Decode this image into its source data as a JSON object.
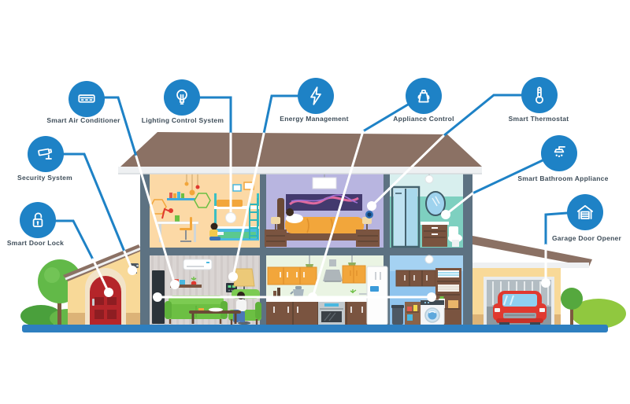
{
  "diagram": {
    "features": [
      {
        "label": "Smart Air Conditioner",
        "icon": "air-conditioner-icon"
      },
      {
        "label": "Lighting Control System",
        "icon": "light-bulb-icon"
      },
      {
        "label": "Energy Management",
        "icon": "lightning-bolt-icon"
      },
      {
        "label": "Appliance Control",
        "icon": "kettle-icon"
      },
      {
        "label": "Smart Thermostat",
        "icon": "thermometer-icon"
      },
      {
        "label": "Security System",
        "icon": "cctv-camera-icon"
      },
      {
        "label": "Smart Bathroom Appliance",
        "icon": "shower-head-icon"
      },
      {
        "label": "Smart Door Lock",
        "icon": "padlock-icon"
      },
      {
        "label": "Garage Door Opener",
        "icon": "garage-icon"
      }
    ],
    "colors": {
      "accent_blue": "#1e82c6",
      "connector_white": "#ffffff",
      "ground_blue": "#2e7fc0",
      "roof_brown": "#8b7164",
      "label_text": "#3e4d59"
    }
  }
}
